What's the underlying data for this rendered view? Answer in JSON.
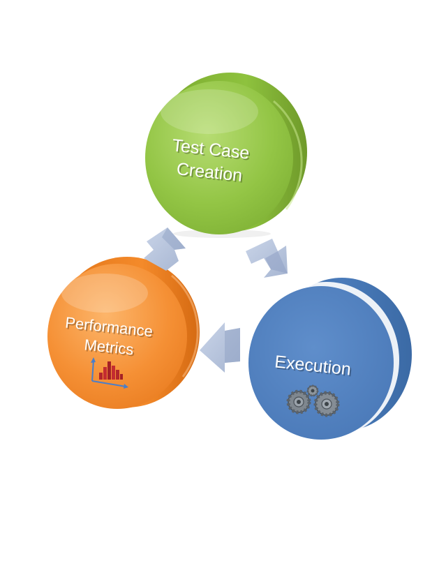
{
  "diagram": {
    "type": "cycle",
    "nodes": [
      {
        "id": "test-case-creation",
        "lines": [
          "Test Case",
          "Creation"
        ],
        "color": "#8fc13e",
        "icon": null
      },
      {
        "id": "execution",
        "lines": [
          "Execution"
        ],
        "color": "#4a7bba",
        "icon": "gears-icon"
      },
      {
        "id": "performance-metrics",
        "lines": [
          "Performance",
          "Metrics"
        ],
        "color": "#f0862a",
        "icon": "bar-chart-icon"
      }
    ],
    "edges": [
      {
        "from": "test-case-creation",
        "to": "execution"
      },
      {
        "from": "execution",
        "to": "performance-metrics"
      },
      {
        "from": "performance-metrics",
        "to": "test-case-creation"
      }
    ],
    "arrow_color": "#b3c2dc"
  }
}
